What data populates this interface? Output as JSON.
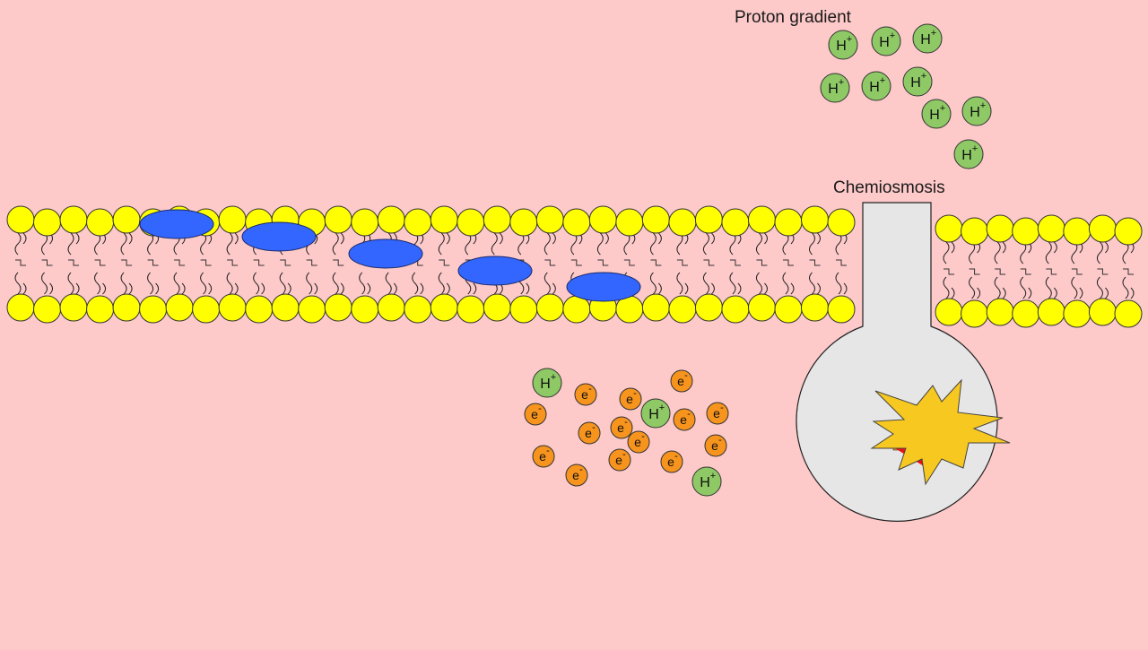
{
  "labels": {
    "proton_gradient": "Proton gradient",
    "chemiosmosis": "Chemiosmosis"
  },
  "particles": {
    "proton_symbol": "H",
    "proton_charge": "+",
    "electron_symbol": "e",
    "electron_charge": "-"
  },
  "colors": {
    "background": "#fdc9c9",
    "lipid_head": "#ffff00",
    "transport_protein": "#3366ff",
    "proton": "#8ec965",
    "electron": "#f7941d",
    "atp_synthase": "#e6e6e6",
    "spark": "#f7c81f",
    "spark_core": "#ff0000"
  },
  "icons": [
    "lipid-bilayer",
    "transport-protein",
    "proton-particle",
    "electron-particle",
    "atp-synthase",
    "spark-burst"
  ]
}
